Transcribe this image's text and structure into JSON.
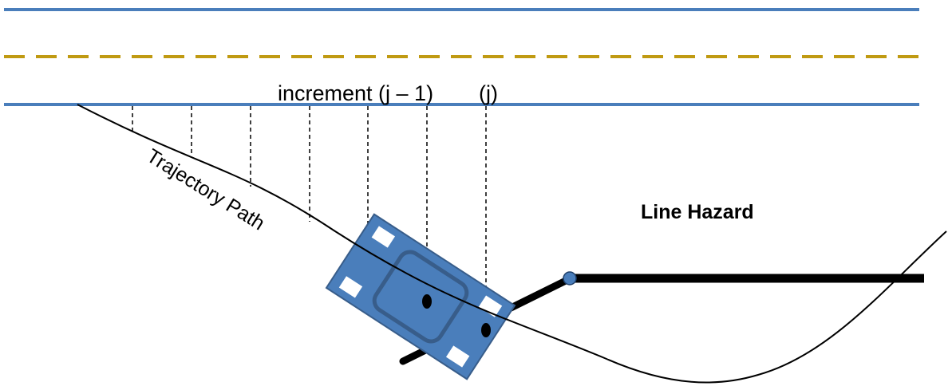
{
  "labels": {
    "increment_prev": "increment (j – 1)",
    "increment_curr": "(j)",
    "trajectory": "Trajectory Path",
    "hazard": "Line Hazard"
  },
  "colors": {
    "road_edge": "#4a7ebb",
    "center_line": "#c09a12",
    "vehicle_fill": "#4a7ebb",
    "vehicle_stroke": "#385d8a",
    "hazard": "#000000"
  }
}
